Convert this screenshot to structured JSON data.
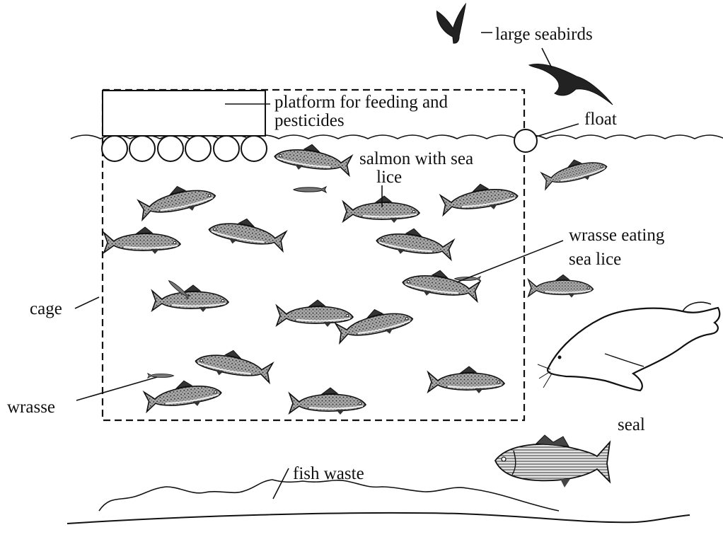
{
  "labels": {
    "large_seabirds": "large seabirds",
    "platform_line1": "platform for feeding and",
    "platform_line2": "pesticides",
    "float": "float",
    "salmon_line1": "salmon with sea",
    "salmon_line2": "lice",
    "wrasse_eating_line1": "wrasse eating",
    "wrasse_eating_line2": "sea lice",
    "cage": "cage",
    "wrasse": "wrasse",
    "seal": "seal",
    "fish_waste": "fish waste"
  },
  "colors": {
    "ink": "#111111",
    "fish_fill": "#9a9a9a",
    "fish_belly": "#d8d8d8",
    "paper": "#ffffff"
  },
  "icons": {
    "bird": "seabird-icon",
    "fish": "salmon-icon",
    "wrasse": "wrasse-fish-icon",
    "seal": "seal-icon",
    "bass": "striped-bass-icon"
  }
}
